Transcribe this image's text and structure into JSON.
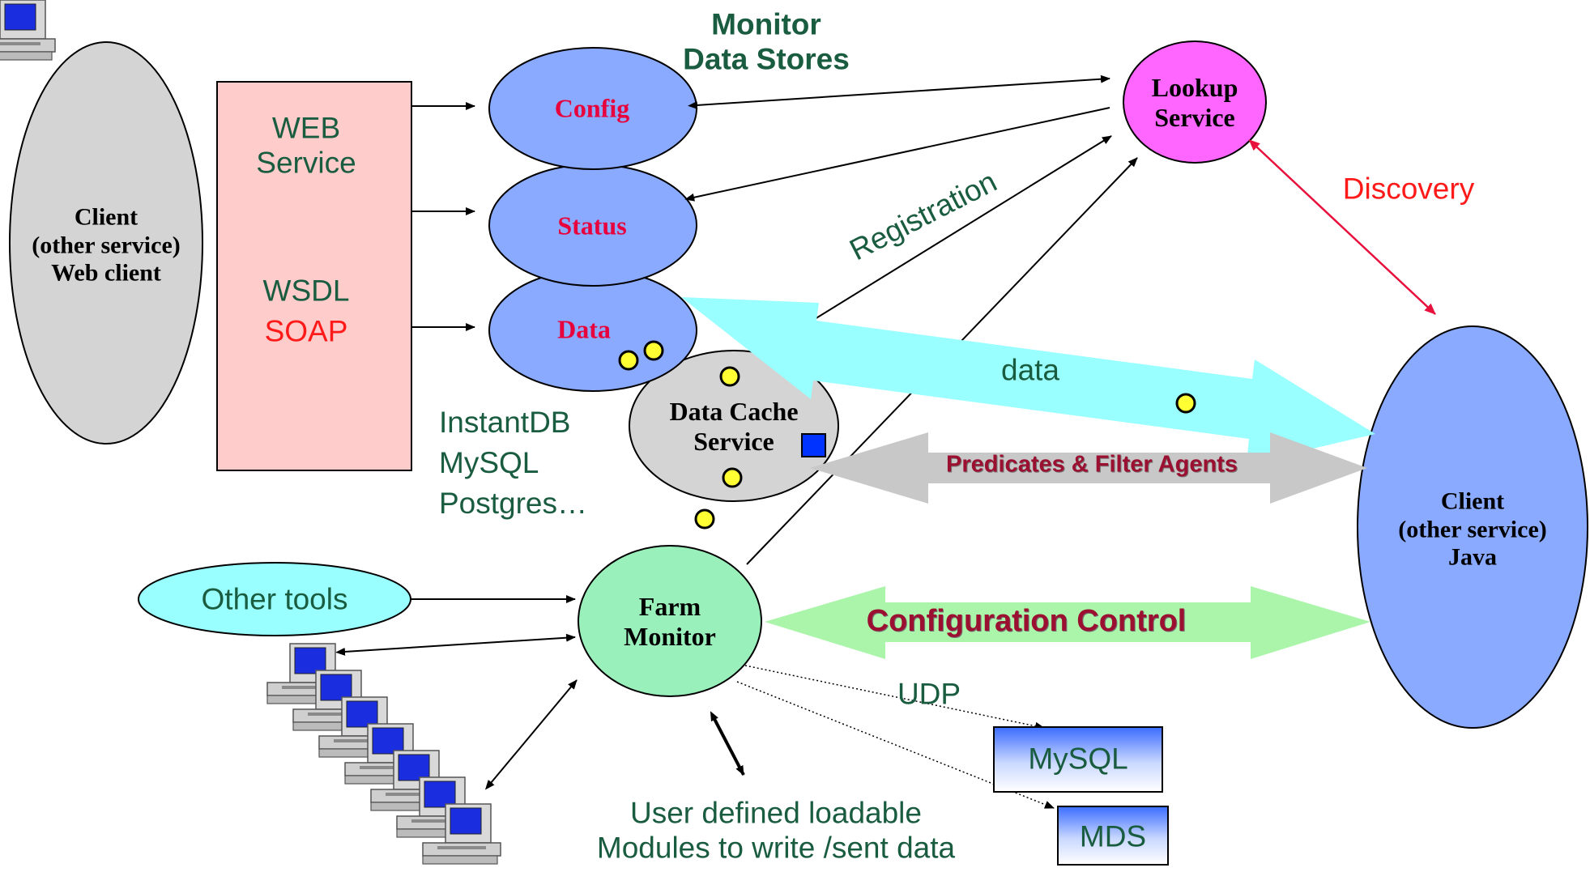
{
  "title": "Monitor\nData Stores",
  "client_left": "Client\n(other service)\nWeb client",
  "web_service": {
    "line1": "WEB\nService",
    "wsdl": "WSDL",
    "soap": "SOAP"
  },
  "stores": {
    "config": "Config",
    "status": "Status",
    "data": "Data"
  },
  "db_list": "InstantDB\nMySQL\nPostgres…",
  "data_cache": "Data Cache\nService",
  "lookup": "Lookup\nService",
  "registration": "Registration",
  "discovery": "Discovery",
  "data_arrow": "data",
  "predicates": "Predicates  & Filter Agents",
  "config_control": "Configuration Control",
  "farm_monitor": "Farm\nMonitor",
  "client_right": "Client\n(other service)\nJava",
  "other_tools": "Other tools",
  "udp": "UDP",
  "mysql_box": "MySQL",
  "mds_box": "MDS",
  "user_modules": "User defined loadable\nModules to write /sent data",
  "colors": {
    "blue_ellipse": "#8aaaff",
    "gray_ellipse": "#d4d4d4",
    "pink_box": "#ffcccc",
    "magenta": "#ff66ff",
    "green_ellipse": "#99f0bb",
    "cyan_ellipse": "#99ffff",
    "dark_green_text": "#1a5c40",
    "red_text": "#ff1a1a",
    "crimson_text": "#e8003c"
  }
}
